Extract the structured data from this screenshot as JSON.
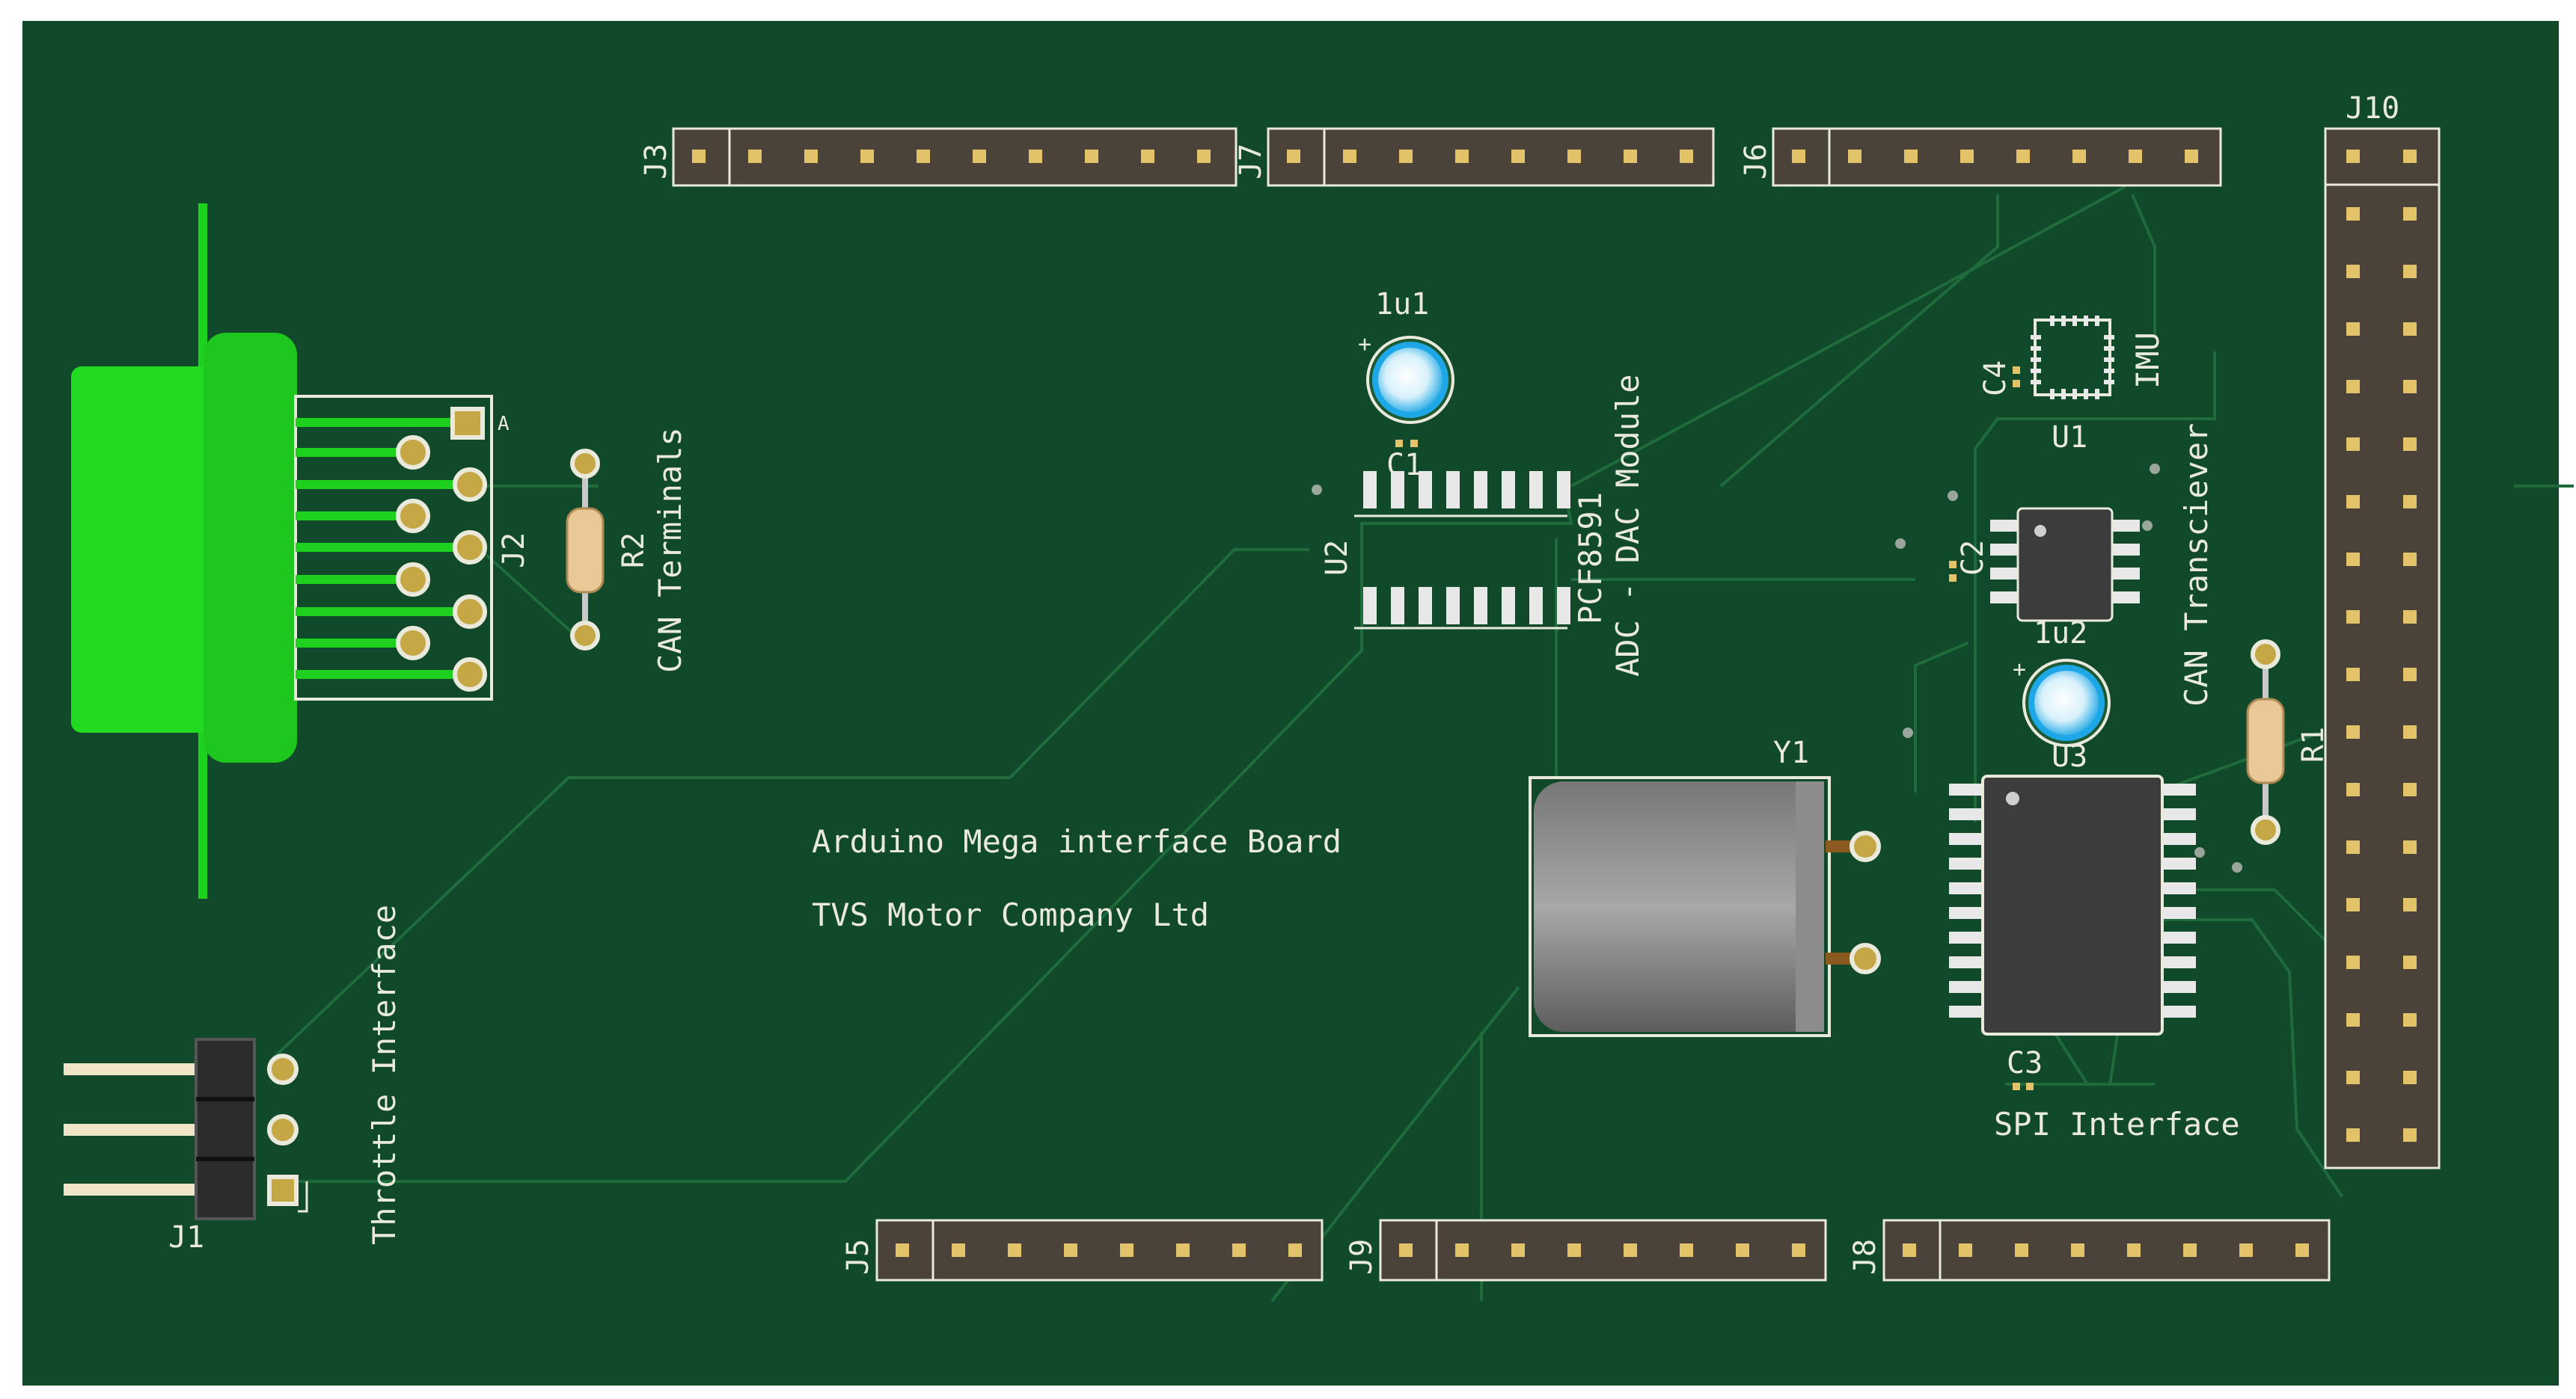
{
  "board": {
    "title": "Arduino Mega interface Board",
    "company": "TVS Motor Company Ltd",
    "board_color": "#114a2a",
    "track_color": "#1f6b3c",
    "silk_color": "#e9e9dc"
  },
  "labels": {
    "can_terminals": "CAN Terminals",
    "throttle_interface": "Throttle Interface",
    "adc_dac_module": "ADC - DAC Module",
    "can_transceiver": "CAN Transciever",
    "spi_interface": "SPI Interface",
    "imu": "IMU",
    "pcf8591": "PCF8591"
  },
  "refs": {
    "j1": "J1",
    "j2": "J2",
    "j3": "J3",
    "j5": "J5",
    "j6": "J6",
    "j7": "J7",
    "j8": "J8",
    "j9": "J9",
    "j10": "J10",
    "r1": "R1",
    "r2": "R2",
    "u1": "U1",
    "u2": "U2",
    "u3": "U3",
    "c1": "C1",
    "c2": "C2",
    "c3": "C3",
    "c4": "C4",
    "y1": "Y1",
    "cap_1u1": "1u1",
    "cap_1u2": "1u2"
  },
  "icons": {
    "db9": "db9-connector-icon",
    "crystal": "crystal-oscillator-icon",
    "electrolytic": "electrolytic-capacitor-icon"
  }
}
